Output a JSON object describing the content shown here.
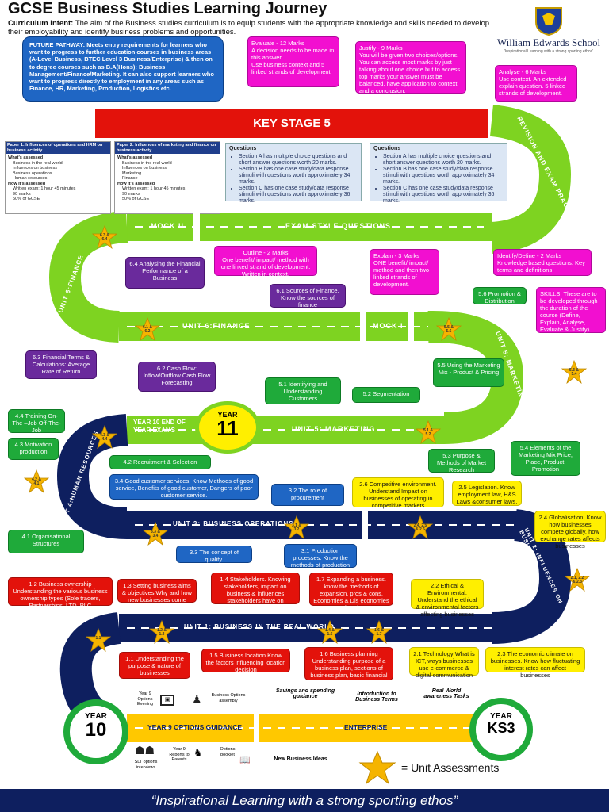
{
  "header": {
    "title": "GCSE Business Studies Learning Journey",
    "intent_label": "Curriculum intent:",
    "intent_text": "The aim of the Business studies curriculum is to equip students with the appropriate knowledge and skills needed to develop their employability and identify business problems and opportunities.",
    "school_name": "William Edwards School",
    "school_tagline": "'Inspirational Learning with a strong sporting ethos'"
  },
  "future_pathway": "FUTURE PATHWAY: Meets entry requirements for learners who want to progress to further education courses in business areas (A-Level Business, BTEC Level 3 Business/Enterprise) & then on to degree courses such as B.A(Hons): Business Management/Finance/Marketing. It can also support learners who want to progress directly to employment in any areas such as Finance, HR, Marketing, Production, Logistics etc.",
  "command_words": {
    "evaluate": "Evaluate - 12 Marks\nA decision needs to be made in this answer.\nUse business context and 5 linked strands of development",
    "justify": "Justify - 9 Marks\nYou will be given two choices/options. You can access most marks by just talking about one choice but to access top marks your answer must be balanced, have application to context and a conclusion.",
    "analyse": "Analyse - 6 Marks\nUse context. An extended explain question. 5 linked strands of development.",
    "outline": "Outline - 2 Marks\nOne benefit/ impact/ method with one linked strand of development. Written in context.",
    "explain": "Explain - 3 Marks\nONE benefit/ impact/ method and then two linked strands of development.",
    "identify": "Identify/Define - 2 Marks\nKnowledge based questions. Key terms and definitions",
    "skills": "SKILLS: These are to be developed through the duration of the course (Define, Explain, Analyse, Evaluate & Justify)"
  },
  "road": {
    "key_stage_5": "KEY STAGE 5",
    "revision": "REVISION AND EXAM PRACTICE",
    "mock2": "MOCK II",
    "exam_style": "EXAM STYLE QUESTIONS",
    "unit6_vertical": "UNIT 6:FINANCE",
    "unit6_road": "UNIT 6:FINANCE",
    "mock1": "MOCK I",
    "unit5_vertical": "UNIT 5: MARKETING",
    "year10_end": "YEAR 10 END OF YEAR EXAMS",
    "unit5_road": "UNIT 5: MARKETING",
    "unit4_vertical": "UNIT 4:HUMAN RESOURCES",
    "unit3_road": "UNIT 3: BUSINESS OPERATIONS",
    "unit2_vertical": "UNIT 2: INFLUENCES ON BUSINESS",
    "unit1_road": "UNIT 1: BUSINESS IN THE REAL WORLD",
    "options_road": "YEAR 9 OPTIONS GUIDANCE",
    "enterprise_road": "ENTERPRISE"
  },
  "year_badges": {
    "y11_top": "YEAR",
    "y11_num": "11",
    "y10_top": "YEAR",
    "y10_num": "10",
    "ks3_top": "YEAR",
    "ks3_num": "KS3"
  },
  "papers": {
    "p1_title": "Paper 1: Influences of operations and HRM on business activity",
    "p1_assessed": "What's assessed",
    "p1_items": [
      "Business in the real world",
      "Influences on business",
      "Business operations",
      "Human resources"
    ],
    "p1_how": "How it's assessed",
    "p1_how_items": [
      "Written exam: 1 hour 45 minutes",
      "90 marks",
      "50% of GCSE"
    ],
    "p2_title": "Paper 2: Influences of marketing and finance on business activity",
    "p2_assessed": "What's assessed",
    "p2_items": [
      "Business in the real world",
      "Influences on business",
      "Marketing",
      "Finance"
    ],
    "p2_how": "How it's assessed",
    "p2_how_items": [
      "Written exam: 1 hour 45 minutes",
      "90 marks",
      "50% of GCSE"
    ],
    "q_title": "Questions",
    "q_items": [
      "Section A has multiple choice questions and short answer questions worth 20 marks.",
      "Section B has one case study/data response stimuli with questions worth approximately 34 marks.",
      "Section C has one case study/data response stimuli with questions worth approximately 36 marks."
    ]
  },
  "topics": {
    "t64": "6.4 Analysing the Financial Performance of a Business",
    "t61": "6.1 Sources of Finance. Know the sources of finance",
    "t63": "6.3 Financial Terms & Calculations: Average Rate of Return",
    "t62": "6.2 Cash Flow: Inflow/Outflow Cash Flow Forecasting",
    "t56": "5.6 Promotion & Distribution",
    "t55": "5.5 Using the Marketing Mix - Product & Pricing",
    "t51": "5.1 Identifying and Understanding Customers",
    "t52": "5.2 Segmentation",
    "t54": "5.4 Elements of the Marketing Mix Price, Place, Product, Promotion",
    "t53": "5.3 Purpose & Methods of Market Research",
    "t44": "4.4 Training On-The –Job Off-The-Job",
    "t43": "4.3 Motivation production",
    "t42": "4.2 Recruitment & Selection",
    "t41": "4.1 Organisational Structures",
    "t34": "3.4 Good customer services. Know Methods of good service, Benefits of good customer, Dangers of poor customer service.",
    "t32": "3.2 The role of procurement",
    "t33": "3.3 The concept of quality.",
    "t31": "3.1 Production processes. Know the methods of production",
    "t26": "2.6 Competitive environment. Understand Impact on businesses of operating in competitive markets",
    "t25": "2.5 Legislation. Know employment law, H&S Laws &consumer laws.",
    "t24": "2.4 Globalisation. Know how businesses compete globally, how exchange rates affects businesses",
    "t22": "2.2 Ethical & Environmental. Understand the ethical & environmental factors affecting businesses",
    "t21": "2.1 Technology What is ICT, ways businesses use e-commerce & digital communication",
    "t23": "2.3 The economic climate on businesses. Know how fluctuating interest rates can affect businesses",
    "t12": "1.2 Business ownership Understanding the various business ownership types (Sole traders, Partnerships, LTD, PLC",
    "t13": "1.3 Setting business aims & objectives Why and how new businesses come about",
    "t14": "1.4 Stakeholders. Knowing stakeholders, impact on business & influences stakeholders have on businesses",
    "t17": "1.7 Expanding a business. know the methods of expansion, pros & cons. Economies & Dis economies of scale",
    "t11": "1.1 Understanding the purpose & nature of businesses",
    "t15": "1.5 Business location Know the factors influencing location decision",
    "t16": "1.6 Business planning Understanding purpose of a business plan, sections of business plan, basic financial terms & calculations"
  },
  "stars": {
    "s63": "6.3 & 6.4",
    "s61": "6.1 & 6.2",
    "s51a": "5.5 & 5.6",
    "s55b": "5.3 & 5.4",
    "s51": "5.1 & 5.2",
    "s42": "4.3 & 4.4",
    "s42b": "4.2 & 4.1",
    "s35": "3.3 & 3.4",
    "s31": "3.1 & 3.2",
    "s26": "2.4, 2.5 & 2.6",
    "s21": "2.1, 2.2 & 2.3",
    "s11": "1.1",
    "s12": "1.2 & 1.3",
    "s14": "1.4 & 1.5",
    "s16": "1.6 & 1.7"
  },
  "ks3": {
    "options_evening": "Year 9 Options Evening",
    "options_assembly": "Business Options assembly",
    "slt": "SLT options interviews",
    "reports": "Year 9 Reports to Parents",
    "booklet": "Options booklet",
    "savings": "Savings and spending guidance",
    "intro_terms": "Introduction to Business Terms",
    "real_world": "Real World awareness Tasks",
    "new_ideas": "New Business Ideas"
  },
  "legend": {
    "unit_assessments": "= Unit Assessments"
  },
  "footer": "“Inspirational Learning with a strong sporting ethos”",
  "colors": {
    "navy": "#0e1f5f",
    "green_road": "#7ed321",
    "red_bar": "#e3120b",
    "yellow_road": "#ffc800",
    "star": "#f5b400"
  }
}
